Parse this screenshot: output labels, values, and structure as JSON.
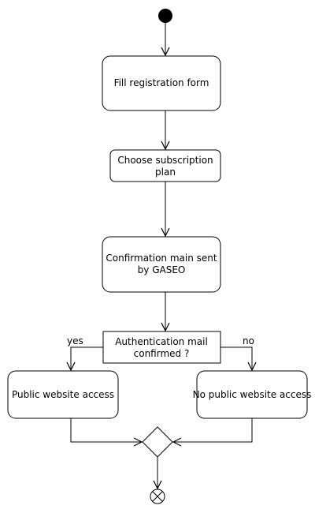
{
  "diagram": {
    "activities": {
      "fill_form": "Fill registration form",
      "choose_plan": [
        "Choose subscription",
        "plan"
      ],
      "confirmation": [
        "Confirmation main sent",
        "by GASEO"
      ],
      "public_access": "Public website access",
      "no_public_access": "No public website access"
    },
    "decision": {
      "label": [
        "Authentication mail",
        "confirmed ?"
      ],
      "yes_label": "yes",
      "no_label": "no"
    }
  }
}
